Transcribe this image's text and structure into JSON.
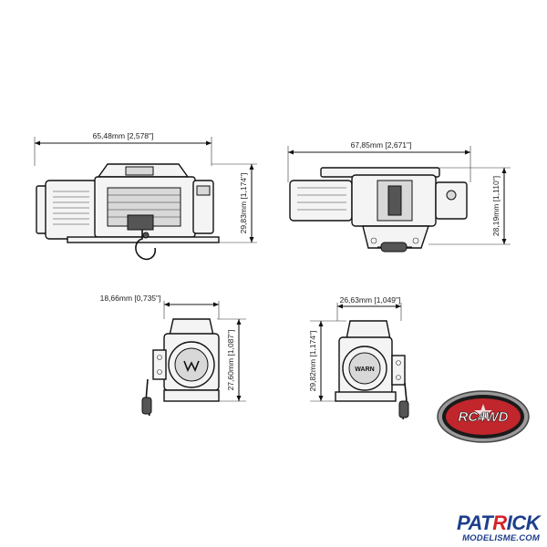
{
  "dimensions": {
    "top_view_width": "65,48mm [2,578\"]",
    "top_view_height": "29,83mm [1,174\"]",
    "side_view_width": "67,85mm [2,671\"]",
    "side_view_height": "28,19mm [1,110\"]",
    "end_view_a_width": "18,66mm [0,735\"]",
    "end_view_a_height": "27,60mm [1,087\"]",
    "end_view_b_width": "26,63mm [1,049\"]",
    "end_view_b_height": "29,82mm [1,174\"]"
  },
  "badge": {
    "logo_text": "RC4WD"
  },
  "drum_label": {
    "text": "WARN"
  },
  "watermark": {
    "line1_a": "PAT",
    "line1_b": "R",
    "line1_c": "ICK",
    "line2": "MODELISME.COM"
  },
  "colors": {
    "badge_red": "#c0262c",
    "badge_ring": "#9a9a9a",
    "watermark_blue": "#1d3e8c",
    "watermark_red": "#d2222a"
  }
}
